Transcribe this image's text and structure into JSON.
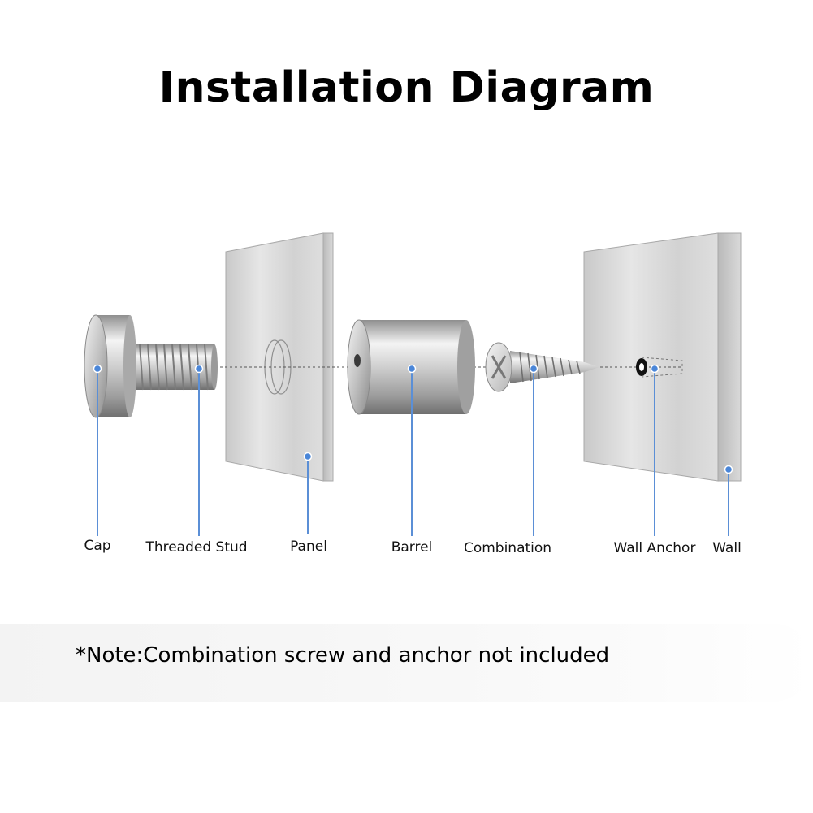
{
  "title": "Installation Diagram",
  "labels": {
    "cap": "Cap",
    "threaded_stud": "Threaded Stud",
    "panel": "Panel",
    "barrel": "Barrel",
    "combination": "Combination",
    "wall_anchor": "Wall Anchor",
    "wall": "Wall"
  },
  "note": "*Note:Combination screw and anchor not included",
  "colors": {
    "leader_line": "#5b8fd6",
    "leader_dot": "#4a86d8",
    "panel_face": "#d8d8d8",
    "metal": "#c9c9c9"
  }
}
